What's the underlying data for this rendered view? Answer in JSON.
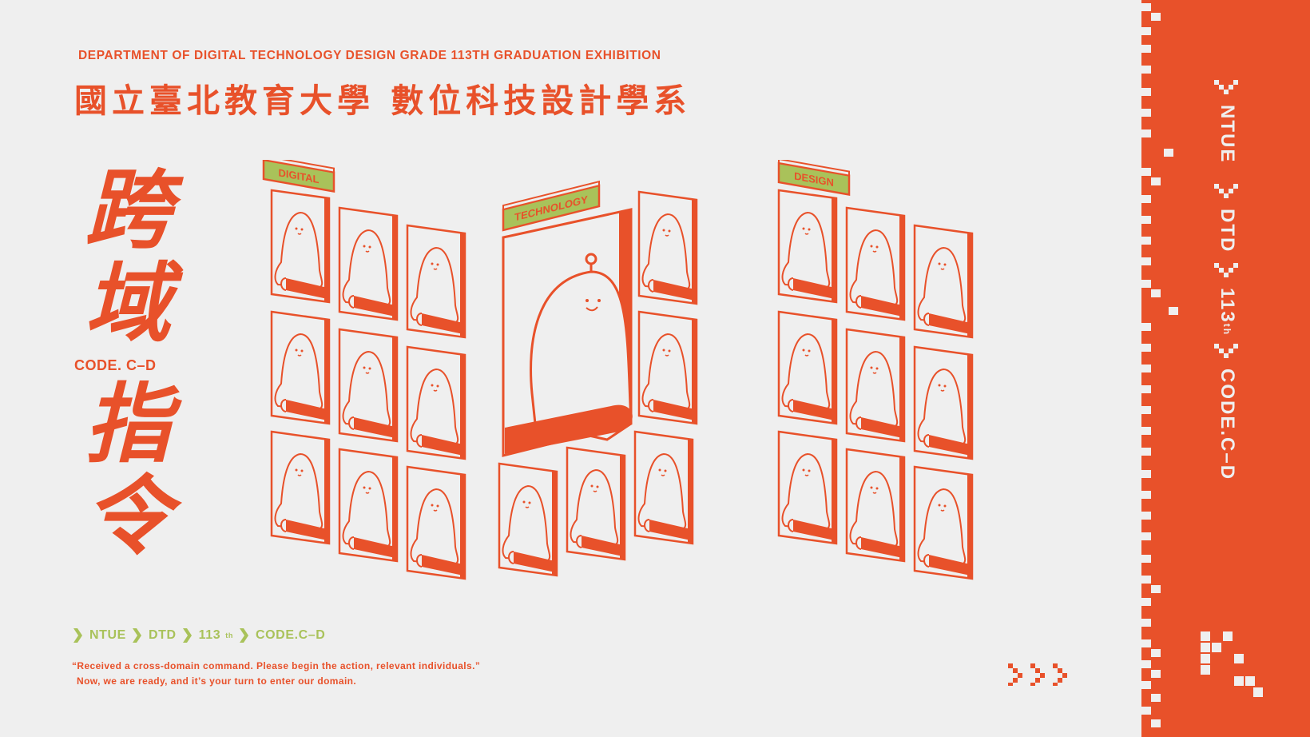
{
  "header": {
    "subtitle_en": "DEPARTMENT OF DIGITAL TECHNOLOGY DESIGN GRADE 113TH GRADUATION EXHIBITION",
    "subtitle_zh": "國立臺北教育大學 數位科技設計學系"
  },
  "title": {
    "chars": [
      "跨",
      "域",
      "指",
      "令"
    ],
    "code": "CODE. C–D"
  },
  "labels": {
    "digital": "DIGITAL",
    "technology": "TECHNOLOGY",
    "design": "DESIGN"
  },
  "tagline": {
    "items": [
      "NTUE",
      "DTD",
      "113th",
      "CODE.C–D"
    ],
    "item_113_base": "113",
    "item_113_sup": "th"
  },
  "quote": {
    "line1": "“Received a cross-domain command. Please begin the action, relevant individuals.”",
    "line2": "Now, we are ready, and it’s your turn to enter our domain."
  },
  "sidebar": {
    "items": [
      "NTUE",
      "DTD",
      "113th",
      "CODE.C–D"
    ],
    "item_113_base": "113",
    "item_113_sup": "th"
  },
  "colors": {
    "accent": "#e8512a",
    "lime": "#a9c25a",
    "background": "#efefef"
  },
  "icons": [
    "arrow-chevron-icon",
    "pixel-k-logo-icon",
    "ghost-character-icon"
  ]
}
